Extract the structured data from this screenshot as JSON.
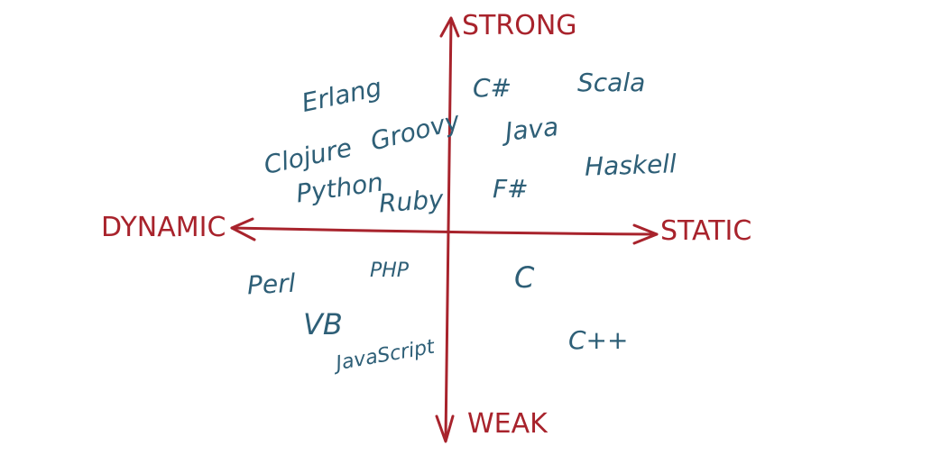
{
  "axes": {
    "top": "STRONG",
    "bottom": "WEAK",
    "left": "DYNAMIC",
    "right": "STATIC",
    "color": "#a8232c"
  },
  "language_color": "#2e5f77",
  "languages": {
    "erlang": "Erlang",
    "clojure": "Clojure",
    "groovy": "Groovy",
    "python": "Python",
    "ruby": "Ruby",
    "csharp": "C#",
    "scala": "Scala",
    "java": "Java",
    "fsharp": "F#",
    "haskell": "Haskell",
    "perl": "Perl",
    "php": "PHP",
    "vb": "VB",
    "javascript": "JavaScript",
    "c": "C",
    "cpp": "C++"
  }
}
